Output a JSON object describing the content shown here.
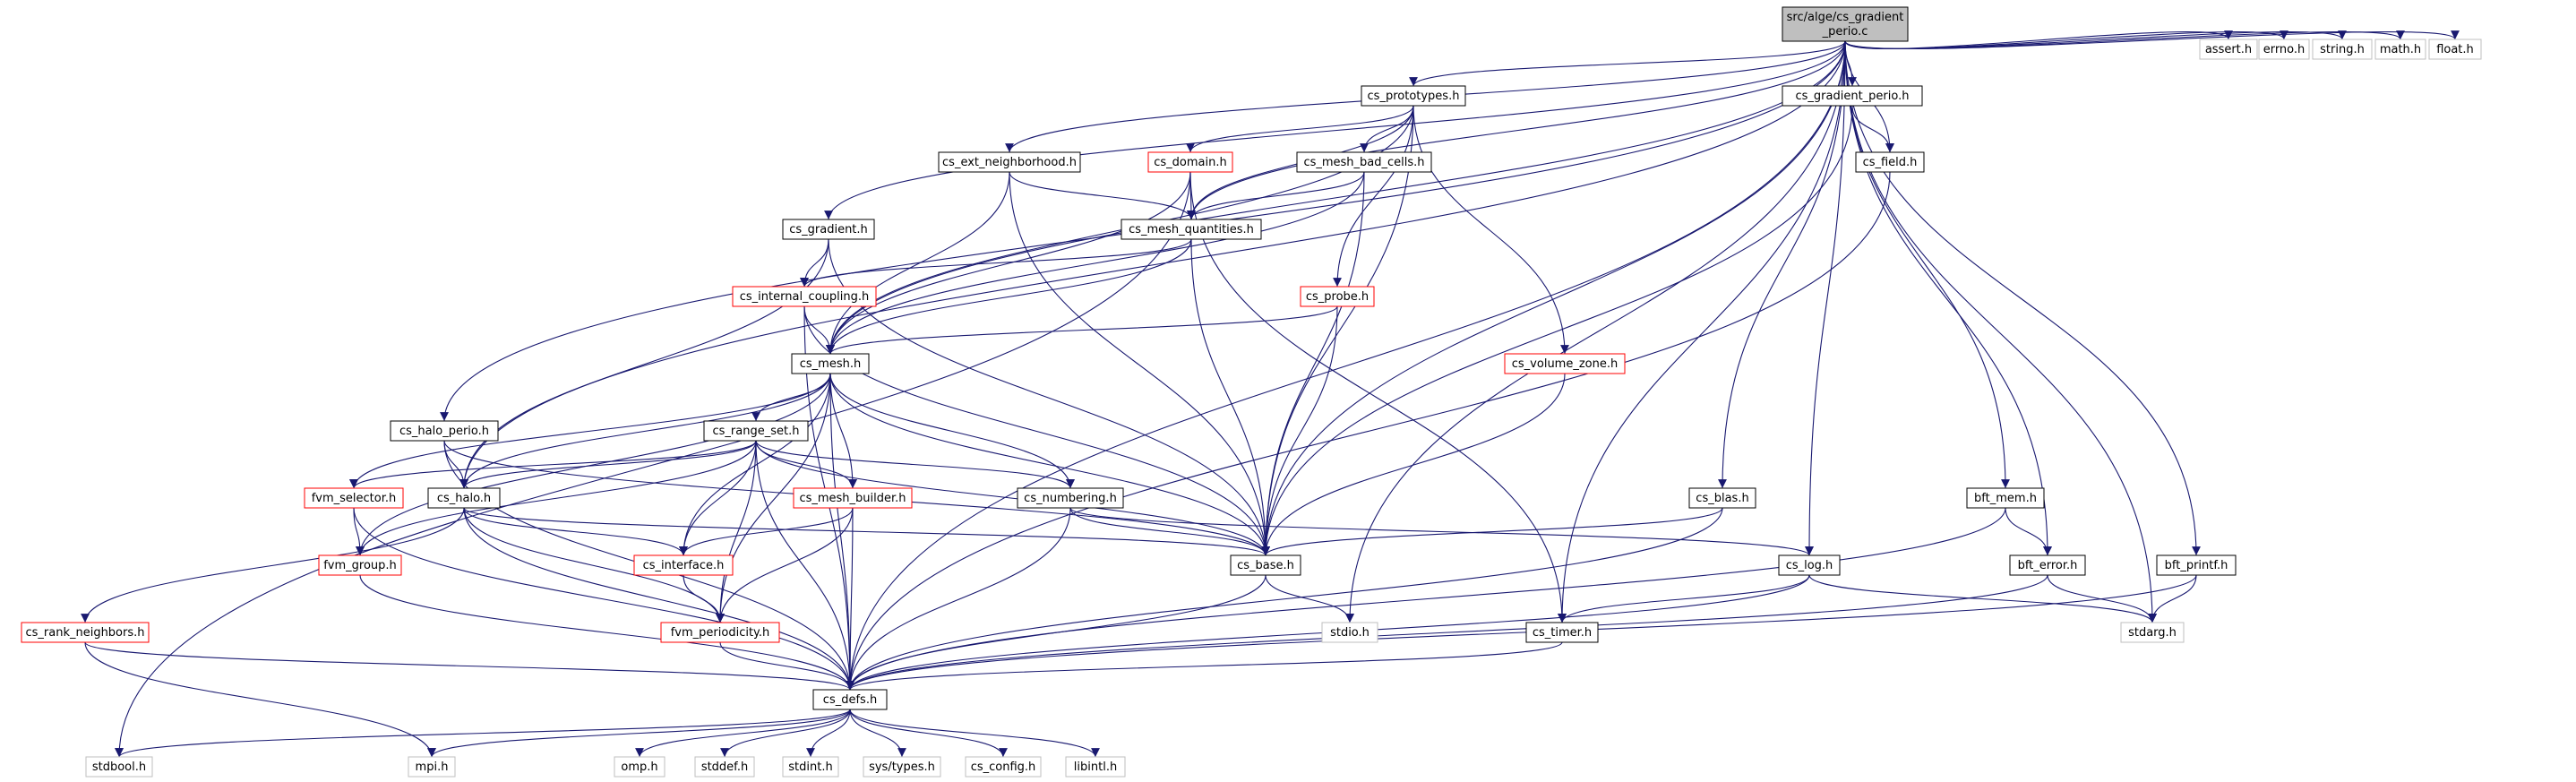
{
  "graph": {
    "root": [
      "src/alge/cs_gradient",
      "_perio.c"
    ],
    "nodes": {
      "root": {
        "label": "src/alge/cs_gradient_perio.c",
        "kind": "root"
      },
      "assert_h": {
        "label": "assert.h",
        "kind": "grey"
      },
      "errno_h": {
        "label": "errno.h",
        "kind": "grey"
      },
      "string_h": {
        "label": "string.h",
        "kind": "grey"
      },
      "math_h": {
        "label": "math.h",
        "kind": "grey"
      },
      "float_h": {
        "label": "float.h",
        "kind": "grey"
      },
      "cs_prototypes_h": {
        "label": "cs_prototypes.h",
        "kind": "black"
      },
      "cs_gradient_perio_h": {
        "label": "cs_gradient_perio.h",
        "kind": "black"
      },
      "cs_ext_neighborhood_h": {
        "label": "cs_ext_neighborhood.h",
        "kind": "black"
      },
      "cs_domain_h": {
        "label": "cs_domain.h",
        "kind": "red"
      },
      "cs_mesh_bad_cells_h": {
        "label": "cs_mesh_bad_cells.h",
        "kind": "black"
      },
      "cs_field_h": {
        "label": "cs_field.h",
        "kind": "black"
      },
      "cs_gradient_h": {
        "label": "cs_gradient.h",
        "kind": "black"
      },
      "cs_mesh_quantities_h": {
        "label": "cs_mesh_quantities.h",
        "kind": "black"
      },
      "cs_internal_coupling_h": {
        "label": "cs_internal_coupling.h",
        "kind": "red"
      },
      "cs_probe_h": {
        "label": "cs_probe.h",
        "kind": "red"
      },
      "cs_mesh_h": {
        "label": "cs_mesh.h",
        "kind": "black"
      },
      "cs_volume_zone_h": {
        "label": "cs_volume_zone.h",
        "kind": "red"
      },
      "cs_halo_perio_h": {
        "label": "cs_halo_perio.h",
        "kind": "black"
      },
      "cs_range_set_h": {
        "label": "cs_range_set.h",
        "kind": "black"
      },
      "fvm_selector_h": {
        "label": "fvm_selector.h",
        "kind": "red"
      },
      "cs_halo_h": {
        "label": "cs_halo.h",
        "kind": "black"
      },
      "cs_mesh_builder_h": {
        "label": "cs_mesh_builder.h",
        "kind": "red"
      },
      "cs_numbering_h": {
        "label": "cs_numbering.h",
        "kind": "black"
      },
      "cs_blas_h": {
        "label": "cs_blas.h",
        "kind": "black"
      },
      "bft_mem_h": {
        "label": "bft_mem.h",
        "kind": "black"
      },
      "fvm_group_h": {
        "label": "fvm_group.h",
        "kind": "red"
      },
      "cs_interface_h": {
        "label": "cs_interface.h",
        "kind": "red"
      },
      "cs_base_h": {
        "label": "cs_base.h",
        "kind": "black"
      },
      "cs_log_h": {
        "label": "cs_log.h",
        "kind": "black"
      },
      "bft_error_h": {
        "label": "bft_error.h",
        "kind": "black"
      },
      "bft_printf_h": {
        "label": "bft_printf.h",
        "kind": "black"
      },
      "cs_rank_neighbors_h": {
        "label": "cs_rank_neighbors.h",
        "kind": "red"
      },
      "fvm_periodicity_h": {
        "label": "fvm_periodicity.h",
        "kind": "red"
      },
      "stdio_h": {
        "label": "stdio.h",
        "kind": "grey"
      },
      "cs_timer_h": {
        "label": "cs_timer.h",
        "kind": "black"
      },
      "stdarg_h": {
        "label": "stdarg.h",
        "kind": "grey"
      },
      "cs_defs_h": {
        "label": "cs_defs.h",
        "kind": "black"
      },
      "stdbool_h": {
        "label": "stdbool.h",
        "kind": "grey"
      },
      "mpi_h": {
        "label": "mpi.h",
        "kind": "grey"
      },
      "omp_h": {
        "label": "omp.h",
        "kind": "grey"
      },
      "stddef_h": {
        "label": "stddef.h",
        "kind": "grey"
      },
      "stdint_h": {
        "label": "stdint.h",
        "kind": "grey"
      },
      "sys_types_h": {
        "label": "sys/types.h",
        "kind": "grey"
      },
      "cs_config_h": {
        "label": "cs_config.h",
        "kind": "grey"
      },
      "libintl_h": {
        "label": "libintl.h",
        "kind": "grey"
      }
    },
    "edges": [
      [
        "root",
        "assert_h"
      ],
      [
        "root",
        "errno_h"
      ],
      [
        "root",
        "string_h"
      ],
      [
        "root",
        "math_h"
      ],
      [
        "root",
        "float_h"
      ],
      [
        "root",
        "cs_prototypes_h"
      ],
      [
        "root",
        "cs_gradient_perio_h"
      ],
      [
        "root",
        "cs_ext_neighborhood_h"
      ],
      [
        "root",
        "cs_field_h"
      ],
      [
        "root",
        "cs_gradient_h"
      ],
      [
        "root",
        "cs_mesh_quantities_h"
      ],
      [
        "root",
        "cs_mesh_h"
      ],
      [
        "root",
        "cs_halo_perio_h"
      ],
      [
        "root",
        "cs_halo_h"
      ],
      [
        "root",
        "cs_blas_h"
      ],
      [
        "root",
        "bft_mem_h"
      ],
      [
        "root",
        "bft_error_h"
      ],
      [
        "root",
        "bft_printf_h"
      ],
      [
        "root",
        "stdarg_h"
      ],
      [
        "root",
        "stdio_h"
      ],
      [
        "root",
        "cs_timer_h"
      ],
      [
        "root",
        "cs_log_h"
      ],
      [
        "root",
        "cs_defs_h"
      ],
      [
        "root",
        "cs_base_h"
      ],
      [
        "cs_prototypes_h",
        "cs_domain_h"
      ],
      [
        "cs_prototypes_h",
        "cs_mesh_bad_cells_h"
      ],
      [
        "cs_prototypes_h",
        "cs_mesh_quantities_h"
      ],
      [
        "cs_prototypes_h",
        "cs_mesh_h"
      ],
      [
        "cs_prototypes_h",
        "cs_probe_h"
      ],
      [
        "cs_prototypes_h",
        "cs_volume_zone_h"
      ],
      [
        "cs_prototypes_h",
        "cs_base_h"
      ],
      [
        "cs_gradient_perio_h",
        "cs_field_h"
      ],
      [
        "cs_gradient_perio_h",
        "cs_base_h"
      ],
      [
        "cs_ext_neighborhood_h",
        "cs_mesh_quantities_h"
      ],
      [
        "cs_ext_neighborhood_h",
        "cs_mesh_h"
      ],
      [
        "cs_ext_neighborhood_h",
        "cs_base_h"
      ],
      [
        "cs_domain_h",
        "cs_mesh_quantities_h"
      ],
      [
        "cs_domain_h",
        "cs_mesh_h"
      ],
      [
        "cs_domain_h",
        "cs_timer_h"
      ],
      [
        "cs_domain_h",
        "stdbool_h"
      ],
      [
        "cs_mesh_bad_cells_h",
        "cs_mesh_quantities_h"
      ],
      [
        "cs_mesh_bad_cells_h",
        "cs_mesh_h"
      ],
      [
        "cs_mesh_bad_cells_h",
        "cs_base_h"
      ],
      [
        "cs_field_h",
        "cs_defs_h"
      ],
      [
        "cs_gradient_h",
        "cs_internal_coupling_h"
      ],
      [
        "cs_gradient_h",
        "cs_halo_h"
      ],
      [
        "cs_gradient_h",
        "cs_base_h"
      ],
      [
        "cs_mesh_quantities_h",
        "cs_internal_coupling_h"
      ],
      [
        "cs_mesh_quantities_h",
        "cs_mesh_h"
      ],
      [
        "cs_mesh_quantities_h",
        "cs_base_h"
      ],
      [
        "cs_internal_coupling_h",
        "cs_mesh_h"
      ],
      [
        "cs_internal_coupling_h",
        "cs_base_h"
      ],
      [
        "cs_internal_coupling_h",
        "cs_defs_h"
      ],
      [
        "cs_probe_h",
        "cs_mesh_h"
      ],
      [
        "cs_probe_h",
        "cs_base_h"
      ],
      [
        "cs_volume_zone_h",
        "cs_base_h"
      ],
      [
        "cs_mesh_h",
        "cs_range_set_h"
      ],
      [
        "cs_mesh_h",
        "fvm_selector_h"
      ],
      [
        "cs_mesh_h",
        "cs_halo_h"
      ],
      [
        "cs_mesh_h",
        "cs_mesh_builder_h"
      ],
      [
        "cs_mesh_h",
        "cs_numbering_h"
      ],
      [
        "cs_mesh_h",
        "cs_base_h"
      ],
      [
        "cs_mesh_h",
        "fvm_group_h"
      ],
      [
        "cs_mesh_h",
        "cs_interface_h"
      ],
      [
        "cs_mesh_h",
        "fvm_periodicity_h"
      ],
      [
        "cs_mesh_h",
        "cs_defs_h"
      ],
      [
        "cs_halo_perio_h",
        "cs_halo_h"
      ],
      [
        "cs_halo_perio_h",
        "cs_base_h"
      ],
      [
        "cs_halo_perio_h",
        "cs_defs_h"
      ],
      [
        "cs_range_set_h",
        "fvm_selector_h"
      ],
      [
        "cs_range_set_h",
        "cs_halo_h"
      ],
      [
        "cs_range_set_h",
        "cs_mesh_builder_h"
      ],
      [
        "cs_range_set_h",
        "cs_numbering_h"
      ],
      [
        "cs_range_set_h",
        "cs_base_h"
      ],
      [
        "cs_range_set_h",
        "fvm_group_h"
      ],
      [
        "cs_range_set_h",
        "cs_interface_h"
      ],
      [
        "cs_range_set_h",
        "fvm_periodicity_h"
      ],
      [
        "cs_range_set_h",
        "cs_defs_h"
      ],
      [
        "fvm_selector_h",
        "fvm_group_h"
      ],
      [
        "fvm_selector_h",
        "cs_defs_h"
      ],
      [
        "cs_halo_h",
        "cs_rank_neighbors_h"
      ],
      [
        "cs_halo_h",
        "cs_interface_h"
      ],
      [
        "cs_halo_h",
        "fvm_periodicity_h"
      ],
      [
        "cs_halo_h",
        "cs_base_h"
      ],
      [
        "cs_halo_h",
        "cs_defs_h"
      ],
      [
        "cs_mesh_builder_h",
        "cs_interface_h"
      ],
      [
        "cs_mesh_builder_h",
        "fvm_periodicity_h"
      ],
      [
        "cs_mesh_builder_h",
        "cs_defs_h"
      ],
      [
        "cs_numbering_h",
        "cs_base_h"
      ],
      [
        "cs_numbering_h",
        "cs_log_h"
      ],
      [
        "cs_numbering_h",
        "cs_defs_h"
      ],
      [
        "cs_blas_h",
        "cs_base_h"
      ],
      [
        "cs_blas_h",
        "cs_defs_h"
      ],
      [
        "bft_mem_h",
        "bft_error_h"
      ],
      [
        "bft_mem_h",
        "cs_defs_h"
      ],
      [
        "fvm_group_h",
        "cs_defs_h"
      ],
      [
        "cs_interface_h",
        "fvm_periodicity_h"
      ],
      [
        "cs_base_h",
        "stdio_h"
      ],
      [
        "cs_base_h",
        "cs_defs_h"
      ],
      [
        "cs_log_h",
        "cs_timer_h"
      ],
      [
        "cs_log_h",
        "stdarg_h"
      ],
      [
        "cs_log_h",
        "cs_defs_h"
      ],
      [
        "bft_error_h",
        "stdarg_h"
      ],
      [
        "bft_error_h",
        "cs_defs_h"
      ],
      [
        "bft_printf_h",
        "stdarg_h"
      ],
      [
        "bft_printf_h",
        "cs_defs_h"
      ],
      [
        "cs_rank_neighbors_h",
        "mpi_h"
      ],
      [
        "cs_rank_neighbors_h",
        "cs_defs_h"
      ],
      [
        "fvm_periodicity_h",
        "cs_defs_h"
      ],
      [
        "cs_timer_h",
        "cs_defs_h"
      ],
      [
        "cs_defs_h",
        "stdbool_h"
      ],
      [
        "cs_defs_h",
        "mpi_h"
      ],
      [
        "cs_defs_h",
        "omp_h"
      ],
      [
        "cs_defs_h",
        "stddef_h"
      ],
      [
        "cs_defs_h",
        "stdint_h"
      ],
      [
        "cs_defs_h",
        "sys_types_h"
      ],
      [
        "cs_defs_h",
        "cs_config_h"
      ],
      [
        "cs_defs_h",
        "libintl_h"
      ]
    ]
  }
}
